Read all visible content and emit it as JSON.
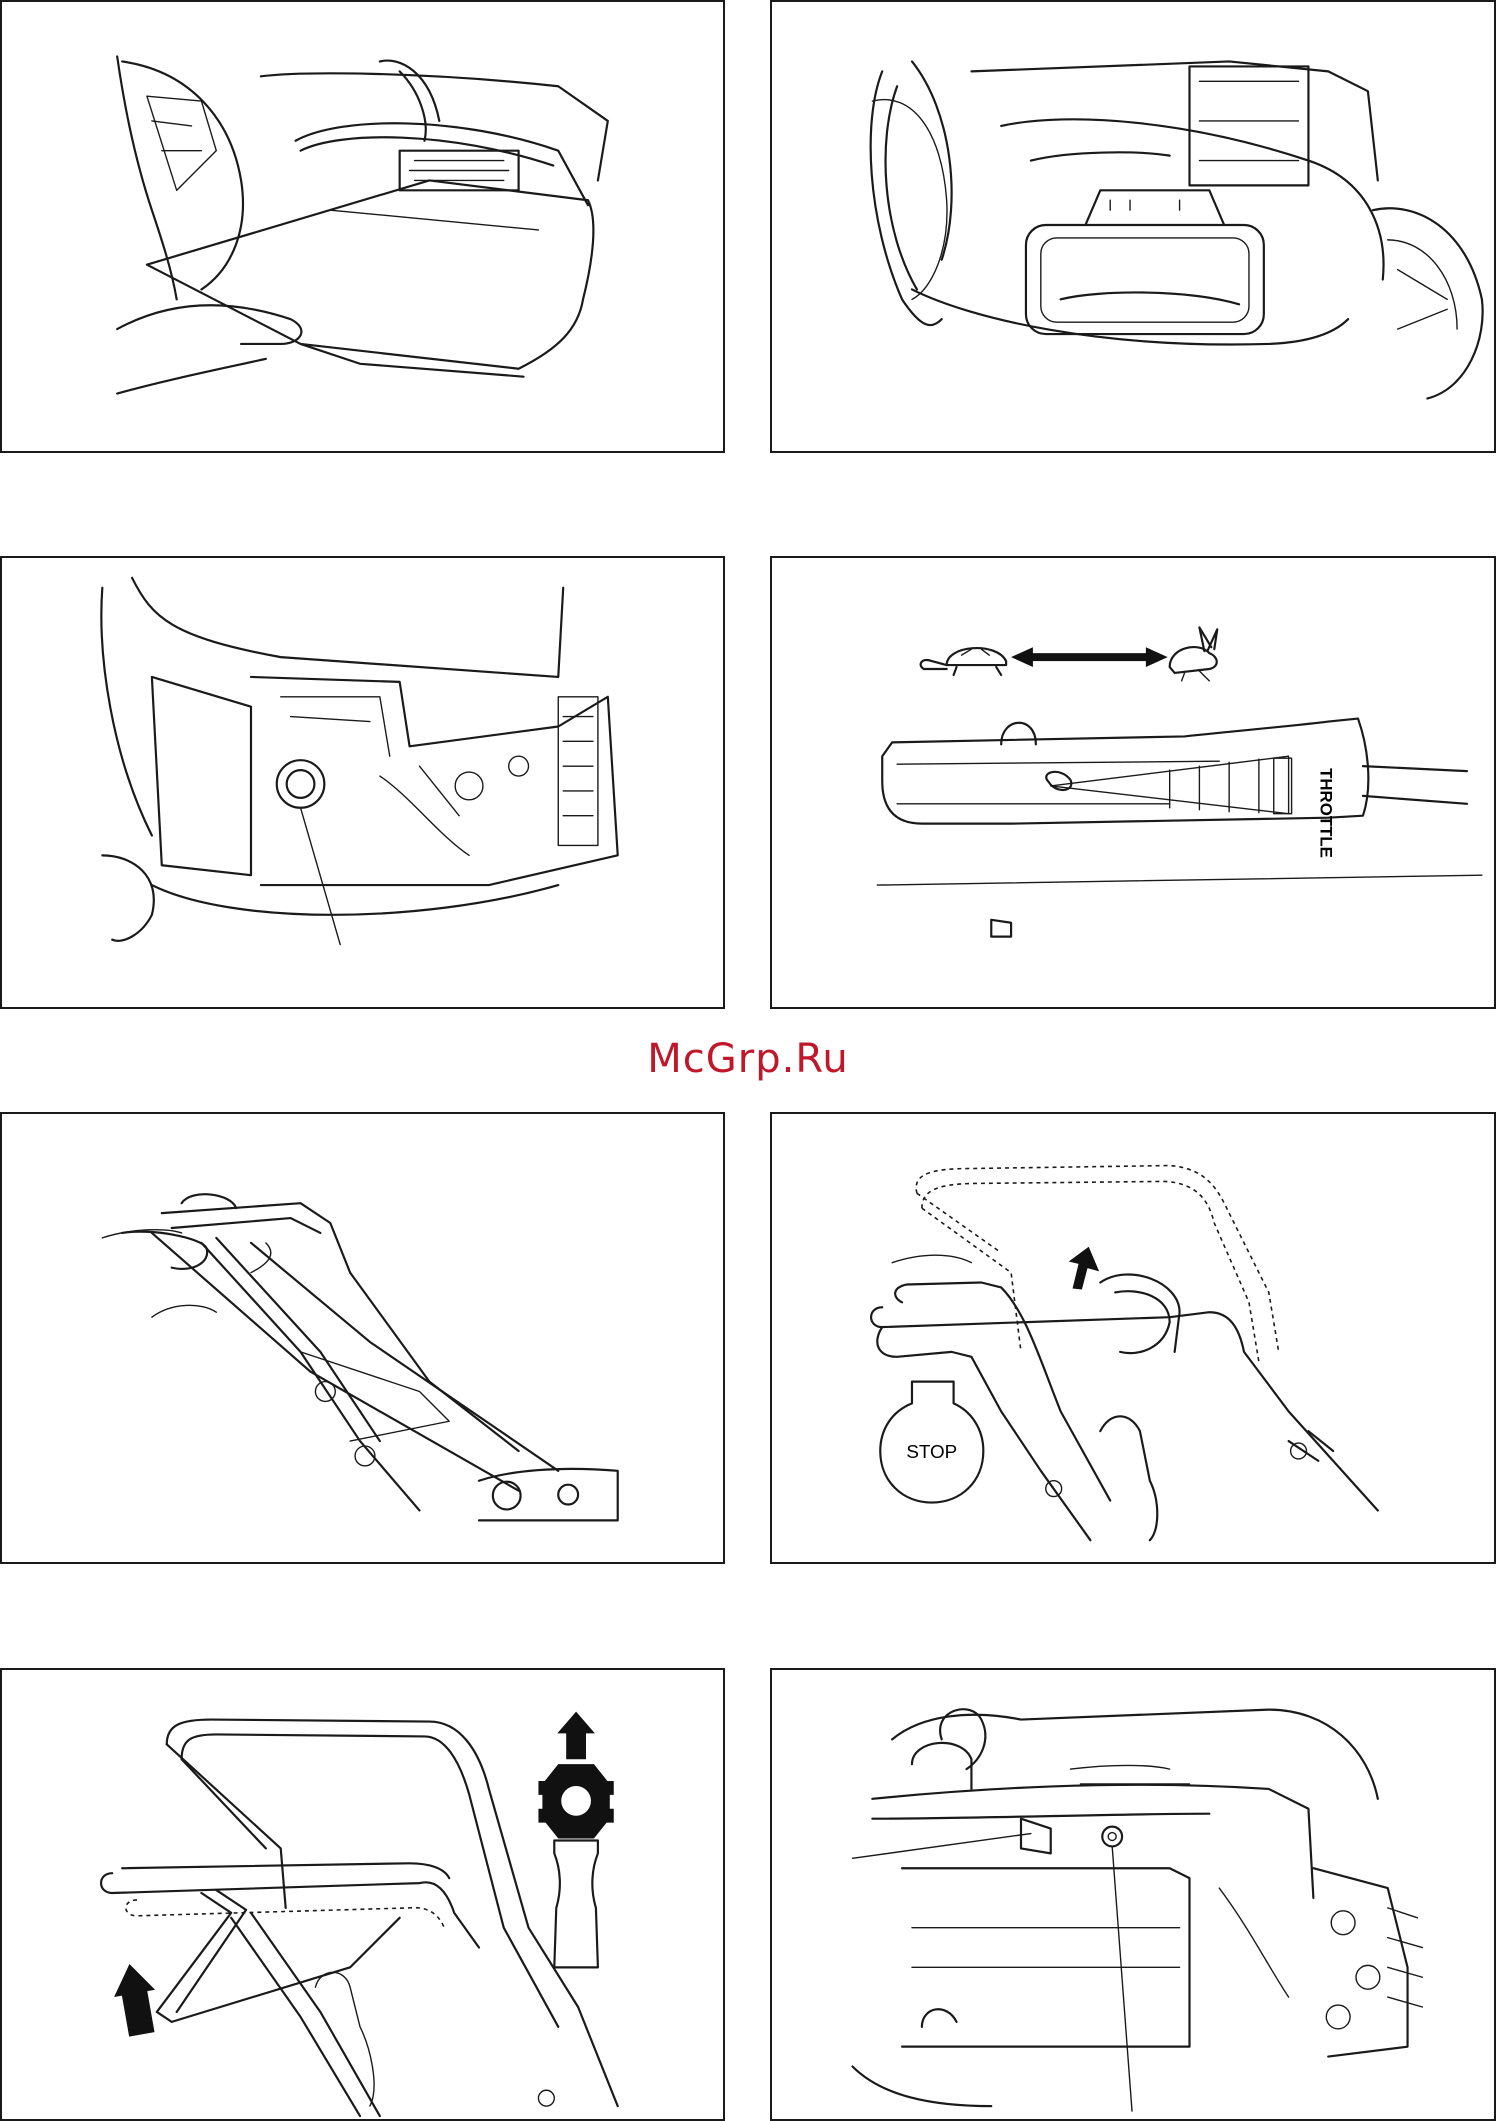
{
  "watermark": "McGrp.Ru",
  "panels": {
    "throttle": {
      "label": "THROTTLE"
    },
    "stop": {
      "label": "STOP"
    }
  },
  "colors": {
    "watermark": "#c0182a",
    "line": "#1a1a1a"
  }
}
